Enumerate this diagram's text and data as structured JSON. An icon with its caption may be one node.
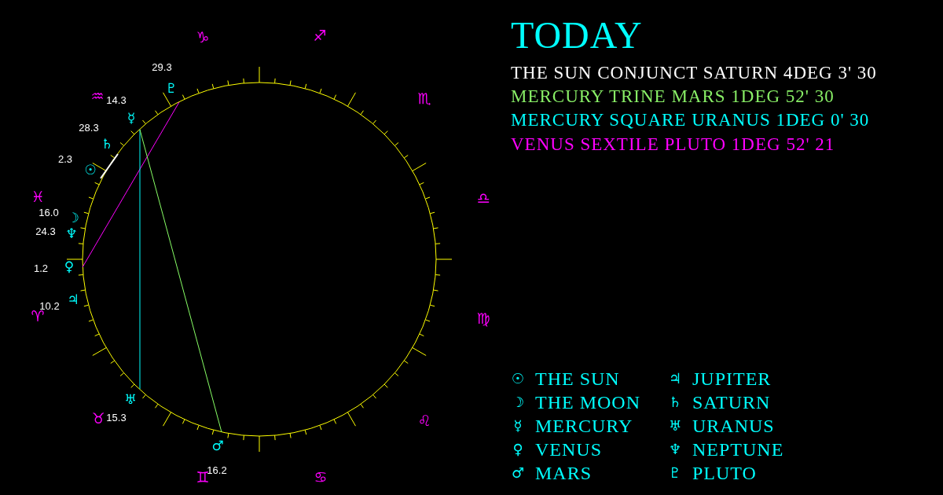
{
  "diagram": {
    "title": "TODAY",
    "labels": [
      "THE SUN CONJUNCT SATURN 4DEG 3' 30",
      "MERCURY TRINE MARS 1DEG 52' 30",
      "MERCURY SQUARE URANUS 1DEG 0' 30",
      "VENUS SEXTILE PLUTO 1DEG 52' 21",
      "♑",
      "♐",
      "29.3",
      "♇",
      "♒",
      "14.3",
      "♏",
      "☿",
      "28.3",
      "♄",
      "2.3",
      "☉",
      "♓",
      "♎",
      "16.0",
      "☽",
      "24.3",
      "♆",
      "1.2",
      "♀",
      "♃",
      "10.2",
      "♈",
      "♍",
      "♅",
      "♉",
      "15.3",
      "♌",
      "♂",
      "16.2",
      "♊",
      "♋",
      "☉",
      "THE SUN",
      "♃",
      "JUPITER",
      "☽",
      "THE MOON",
      "♄",
      "SATURN",
      "☿",
      "MERCURY",
      "♅",
      "URANUS",
      "♀",
      "VENUS",
      "♆",
      "NEPTUNE",
      "♂",
      "MARS",
      "♇",
      "PLUTO"
    ]
  }
}
